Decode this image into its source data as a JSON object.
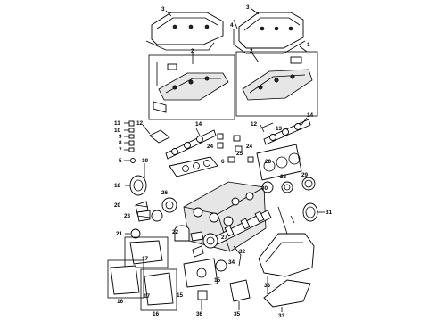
{
  "diagram": {
    "callouts": [
      {
        "id": "c3a",
        "text": "3"
      },
      {
        "id": "c3b",
        "text": "3"
      },
      {
        "id": "c4",
        "text": "4"
      },
      {
        "id": "c1",
        "text": "1"
      },
      {
        "id": "c2a",
        "text": "2"
      },
      {
        "id": "c2b",
        "text": "2"
      },
      {
        "id": "c11",
        "text": "11"
      },
      {
        "id": "c10",
        "text": "10"
      },
      {
        "id": "c9",
        "text": "9"
      },
      {
        "id": "c8",
        "text": "8"
      },
      {
        "id": "c7",
        "text": "7"
      },
      {
        "id": "c5",
        "text": "5"
      },
      {
        "id": "c19",
        "text": "19"
      },
      {
        "id": "c12a",
        "text": "12"
      },
      {
        "id": "c14a",
        "text": "14"
      },
      {
        "id": "c12b",
        "text": "12"
      },
      {
        "id": "c14b",
        "text": "14"
      },
      {
        "id": "c13",
        "text": "13"
      },
      {
        "id": "c24a",
        "text": "24"
      },
      {
        "id": "c24b",
        "text": "24"
      },
      {
        "id": "c25",
        "text": "25"
      },
      {
        "id": "c6",
        "text": "6"
      },
      {
        "id": "c28a",
        "text": "28"
      },
      {
        "id": "c28b",
        "text": "28"
      },
      {
        "id": "c29",
        "text": "29"
      },
      {
        "id": "c30",
        "text": "30"
      },
      {
        "id": "c31",
        "text": "31"
      },
      {
        "id": "c18",
        "text": "18"
      },
      {
        "id": "c26",
        "text": "26"
      },
      {
        "id": "c20",
        "text": "20"
      },
      {
        "id": "c23",
        "text": "23"
      },
      {
        "id": "c21",
        "text": "21"
      },
      {
        "id": "c22",
        "text": "22"
      },
      {
        "id": "c27",
        "text": "27"
      },
      {
        "id": "c17a",
        "text": "17"
      },
      {
        "id": "c16a",
        "text": "16"
      },
      {
        "id": "c16b",
        "text": "16"
      },
      {
        "id": "c17b",
        "text": "17"
      },
      {
        "id": "c15a",
        "text": "15"
      },
      {
        "id": "c15b",
        "text": "15"
      },
      {
        "id": "c36",
        "text": "36"
      },
      {
        "id": "c35",
        "text": "35"
      },
      {
        "id": "c34",
        "text": "34"
      },
      {
        "id": "c32",
        "text": "32"
      },
      {
        "id": "c33a",
        "text": "33"
      },
      {
        "id": "c33b",
        "text": "33"
      }
    ]
  }
}
